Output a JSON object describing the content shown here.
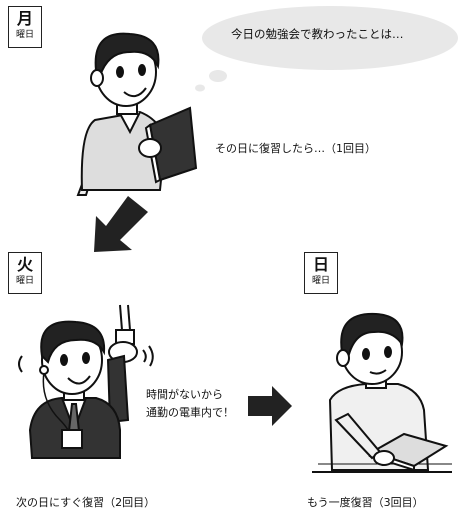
{
  "monday": {
    "day_kanji": "月",
    "day_sub": "曜日",
    "bubble": "今日の勉強会で教わったことは…",
    "caption": "その日に復習したら…（1回目）"
  },
  "tuesday": {
    "day_kanji": "火",
    "day_sub": "曜日",
    "speech_line1": "時間がないから",
    "speech_line2": "通勤の電車内で！",
    "caption": "次の日にすぐ復習（2回目）"
  },
  "sunday": {
    "day_kanji": "日",
    "day_sub": "曜日",
    "caption": "もう一度復習（3回目）"
  }
}
